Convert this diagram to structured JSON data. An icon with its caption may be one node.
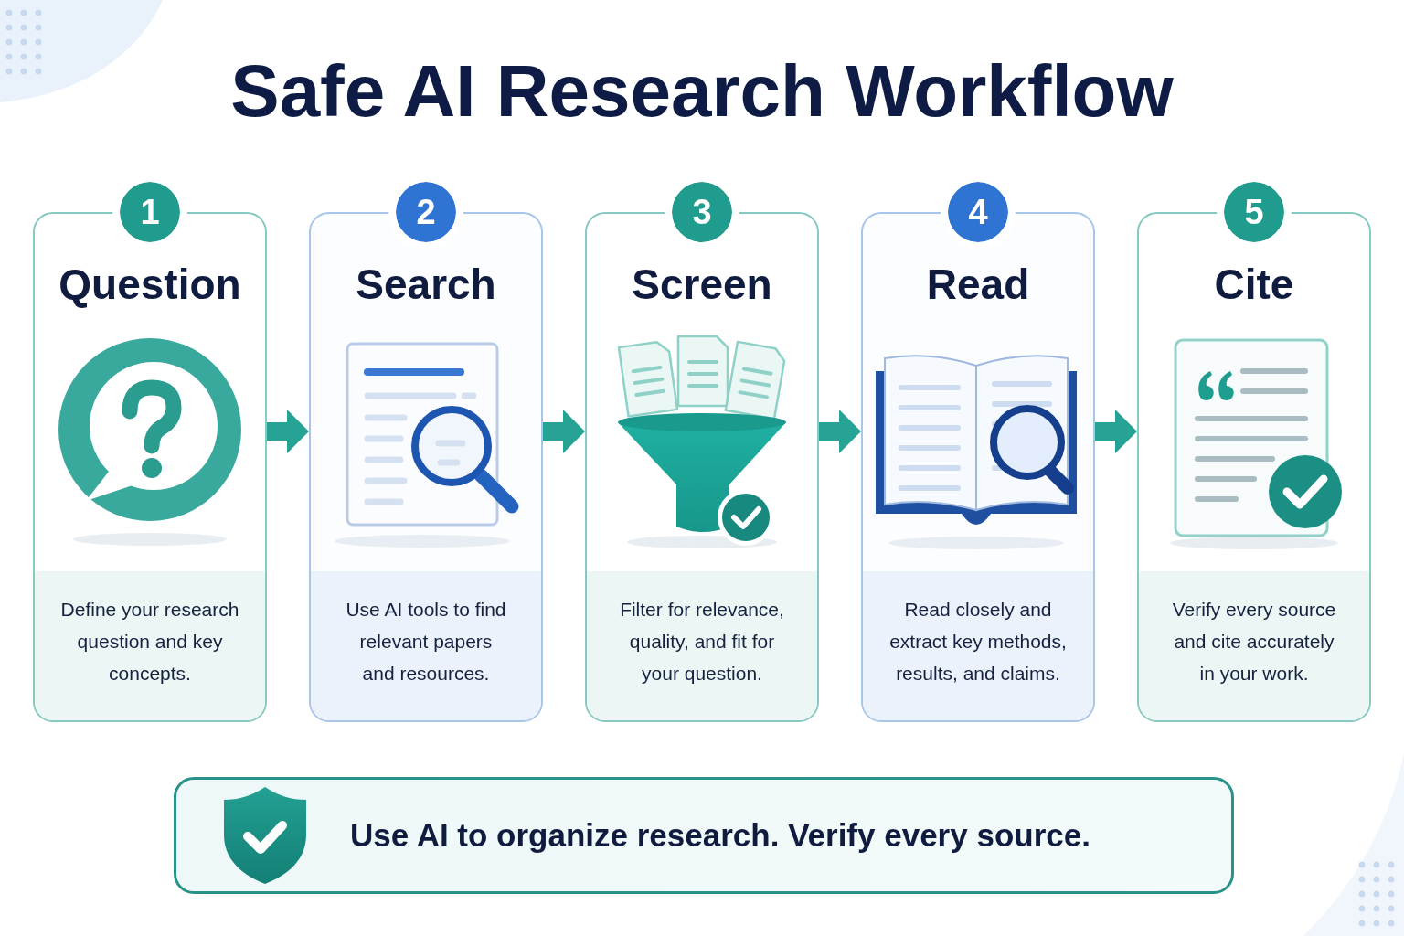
{
  "diagram": {
    "title": "Safe AI Research Workflow",
    "nodes": [
      {
        "text": [
          "1",
          "Question",
          "Define your research question and key concepts."
        ]
      },
      {
        "text": [
          "2",
          "Search",
          "Use AI tools to find relevant papers and resources."
        ]
      },
      {
        "text": [
          "3",
          "Screen",
          "Filter for relevance, quality, and fit for your question."
        ]
      },
      {
        "text": [
          "4",
          "Read",
          "Read closely and extract key methods, results, and claims."
        ]
      },
      {
        "text": [
          "5",
          "Cite",
          "Verify every source and cite accurately in your work."
        ]
      },
      {
        "text": [
          "Use AI to organize research. Verify every source."
        ]
      }
    ],
    "edges": [
      {
        "from": 0,
        "to": 1,
        "arrow": "to"
      },
      {
        "from": 1,
        "to": 2,
        "arrow": "to"
      },
      {
        "from": 2,
        "to": 3,
        "arrow": "to"
      },
      {
        "from": 3,
        "to": 4,
        "arrow": "to"
      }
    ]
  }
}
